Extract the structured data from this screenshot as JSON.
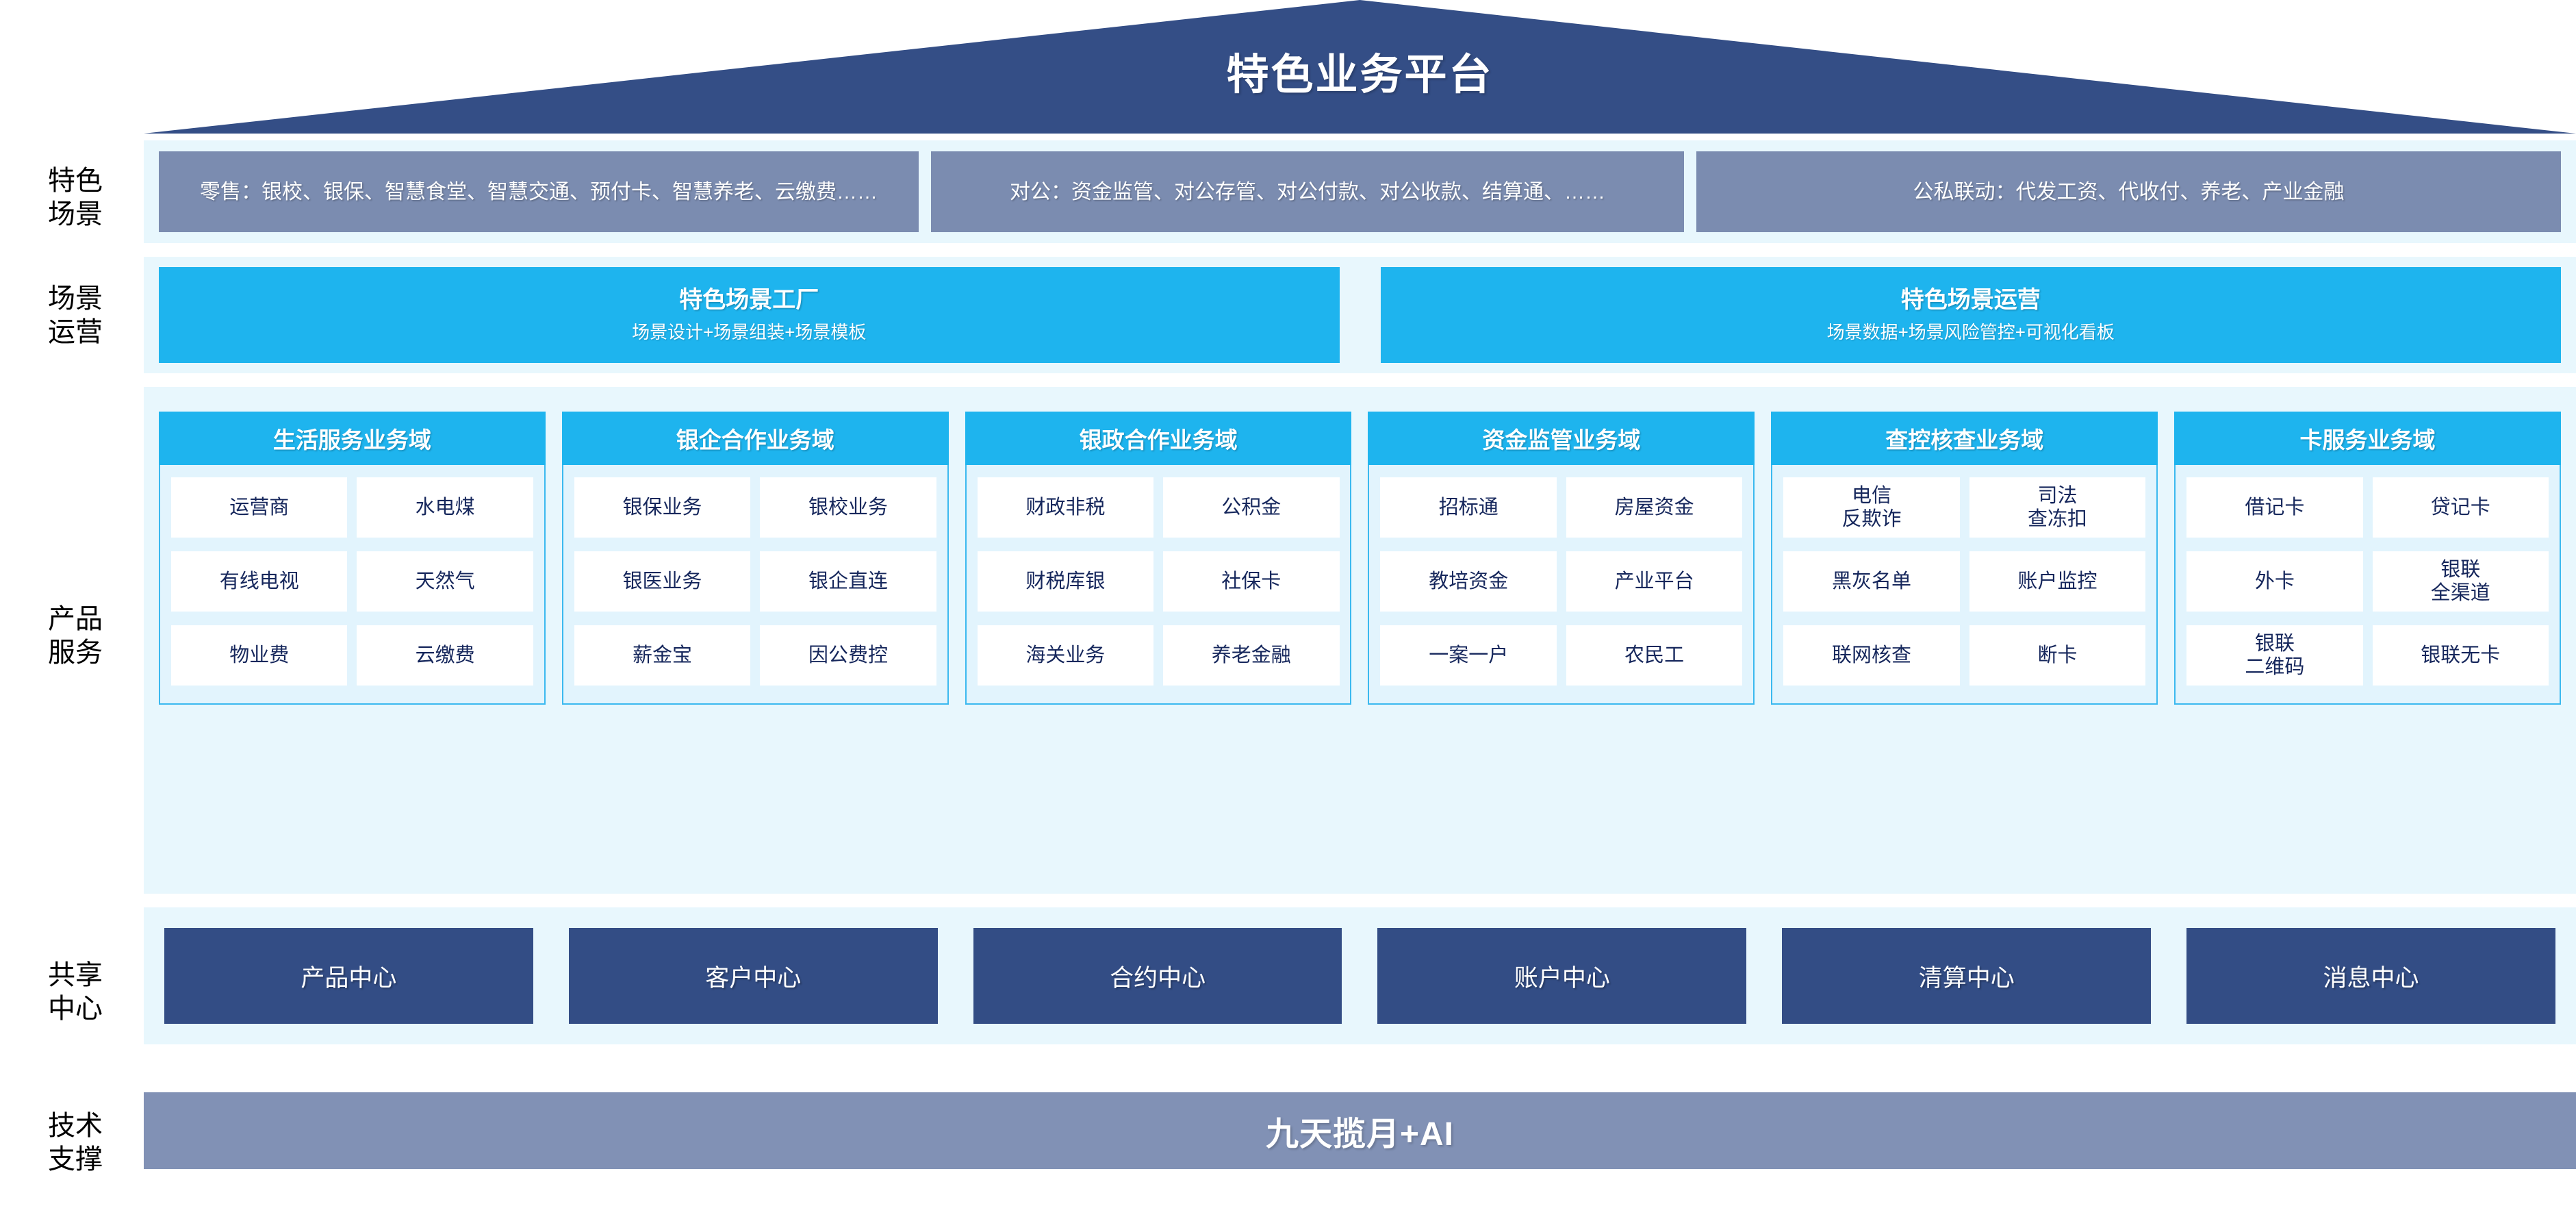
{
  "header": {
    "title": "特色业务平台"
  },
  "row_labels": {
    "scene": "特色\n场景",
    "scene_l1": "特色",
    "scene_l2": "场景",
    "ops_l1": "场景",
    "ops_l2": "运营",
    "product_l1": "产品",
    "product_l2": "服务",
    "share_l1": "共享",
    "share_l2": "中心",
    "tech_l1": "技术",
    "tech_l2": "支撑"
  },
  "scenes": [
    {
      "text": "零售：银校、银保、智慧食堂、智慧交通、预付卡、智慧养老、云缴费……"
    },
    {
      "text": "对公：资金监管、对公存管、对公付款、对公收款、结算通、……"
    },
    {
      "text": "公私联动：代发工资、代收付、养老、产业金融"
    }
  ],
  "operations": [
    {
      "title": "特色场景工厂",
      "subtitle": "场景设计+场景组装+场景模板"
    },
    {
      "title": "特色场景运营",
      "subtitle": "场景数据+场景风险管控+可视化看板"
    }
  ],
  "domains": [
    {
      "title": "生活服务业务域",
      "rows": [
        [
          "运营商",
          "水电煤"
        ],
        [
          "有线电视",
          "天然气"
        ],
        [
          "物业费",
          "云缴费"
        ]
      ]
    },
    {
      "title": "银企合作业务域",
      "rows": [
        [
          "银保业务",
          "银校业务"
        ],
        [
          "银医业务",
          "银企直连"
        ],
        [
          "薪金宝",
          "因公费控"
        ]
      ]
    },
    {
      "title": "银政合作业务域",
      "rows": [
        [
          "财政非税",
          "公积金"
        ],
        [
          "财税库银",
          "社保卡"
        ],
        [
          "海关业务",
          "养老金融"
        ]
      ]
    },
    {
      "title": "资金监管业务域",
      "rows": [
        [
          "招标通",
          "房屋资金"
        ],
        [
          "教培资金",
          "产业平台"
        ],
        [
          "一案一户",
          "农民工"
        ]
      ]
    },
    {
      "title": "查控核查业务域",
      "rows": [
        [
          "电信\n反欺诈",
          "司法\n查冻扣"
        ],
        [
          "黑灰名单",
          "账户监控"
        ],
        [
          "联网核查",
          "断卡"
        ]
      ]
    },
    {
      "title": "卡服务业务域",
      "rows": [
        [
          "借记卡",
          "贷记卡"
        ],
        [
          "外卡",
          "银联\n全渠道"
        ],
        [
          "银联\n二维码",
          "银联无卡"
        ]
      ]
    }
  ],
  "shared_centers": [
    {
      "label": "产品中心"
    },
    {
      "label": "客户中心"
    },
    {
      "label": "合约中心"
    },
    {
      "label": "账户中心"
    },
    {
      "label": "清算中心"
    },
    {
      "label": "消息中心"
    }
  ],
  "tech": {
    "label": "九天揽月+AI"
  },
  "colors": {
    "roof": "#344e86",
    "band_bg": "#e8f7fd",
    "scene_box": "#7b8cb0",
    "cyan": "#1eb4ee",
    "card_body": "#e2f4fd",
    "card_border": "#3bb9ef",
    "cell_bg": "#ffffff",
    "cell_text": "#16275c",
    "shared_box": "#334d85",
    "tech_bar": "#8191b5"
  }
}
